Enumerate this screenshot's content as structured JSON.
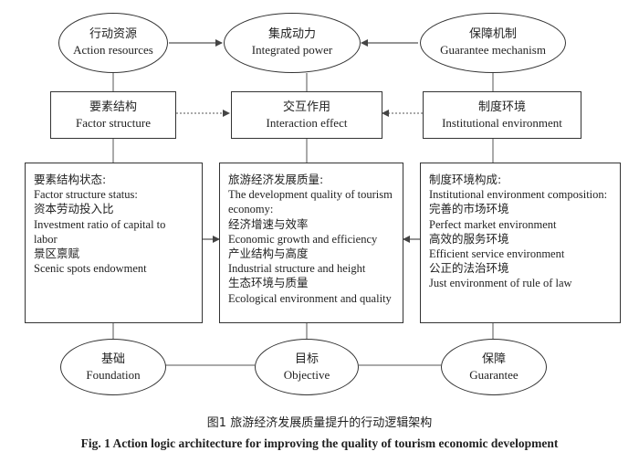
{
  "top_row": {
    "action_resources": {
      "zh": "行动资源",
      "en": "Action resources"
    },
    "integrated_power": {
      "zh": "集成动力",
      "en": "Integrated power"
    },
    "guarantee_mechanism": {
      "zh": "保障机制",
      "en": "Guarantee mechanism"
    }
  },
  "middle_row": {
    "factor_structure": {
      "zh": "要素结构",
      "en": "Factor structure"
    },
    "interaction_effect": {
      "zh": "交互作用",
      "en": "Interaction effect"
    },
    "institutional_environment": {
      "zh": "制度环境",
      "en": "Institutional environment"
    }
  },
  "panels": {
    "left": {
      "lines": [
        "要素结构状态:",
        "Factor structure status:",
        "资本劳动投入比",
        "Investment ratio of capital to",
        "labor",
        "景区禀赋",
        "Scenic spots endowment"
      ]
    },
    "center": {
      "lines": [
        "旅游经济发展质量:",
        "The development quality of tourism",
        "economy:",
        "经济增速与效率",
        "Economic growth and efficiency",
        "产业结构与高度",
        "Industrial structure and height",
        "生态环境与质量",
        "Ecological environment and quality"
      ]
    },
    "right": {
      "lines": [
        "制度环境构成:",
        "Institutional environment composition:",
        "完善的市场环境",
        "Perfect market environment",
        "高效的服务环境",
        "Efficient service environment",
        "公正的法治环境",
        "Just environment of rule of law"
      ]
    }
  },
  "bottom_row": {
    "foundation": {
      "zh": "基础",
      "en": "Foundation"
    },
    "objective": {
      "zh": "目标",
      "en": "Objective"
    },
    "guarantee": {
      "zh": "保障",
      "en": "Guarantee"
    }
  },
  "caption": {
    "zh": "图1   旅游经济发展质量提升的行动逻辑架构",
    "en": "Fig. 1    Action logic architecture for improving the quality of tourism economic development"
  },
  "colors": {
    "stroke": "#333333",
    "connector": "#555555",
    "background": "#ffffff"
  }
}
